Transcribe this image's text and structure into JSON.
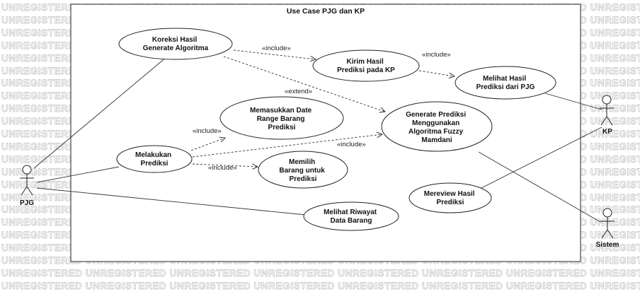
{
  "watermark": "UNREGISTERED",
  "system": {
    "title": "Use Case PJG dan KP"
  },
  "actors": {
    "pjg": "PJG",
    "kp": "KP",
    "sistem": "Sistem"
  },
  "usecases": {
    "koreksi": [
      "Koreksi Hasil",
      "Generate Algoritma"
    ],
    "kirim": [
      "Kirim Hasil",
      "Prediksi pada KP"
    ],
    "melihat_prediksi": [
      "Melihat Hasil",
      "Prediksi dari PJG"
    ],
    "memasukkan": [
      "Memasukkan Date",
      "Range Barang",
      "Prediksi"
    ],
    "generate": [
      "Generate Prediksi",
      "Menggunakan",
      "Algoritma Fuzzy",
      "Mamdani"
    ],
    "melakukan": [
      "Melakukan",
      "Prediksi"
    ],
    "memilih": [
      "Memilih",
      "Barang untuk",
      "Prediksi"
    ],
    "mereview": [
      "Mereview Hasil",
      "Prediksi"
    ],
    "riwayat": [
      "Melihat Riwayat",
      "Data Barang"
    ]
  },
  "relations": {
    "include": "«include»",
    "extend": "«extend»"
  }
}
